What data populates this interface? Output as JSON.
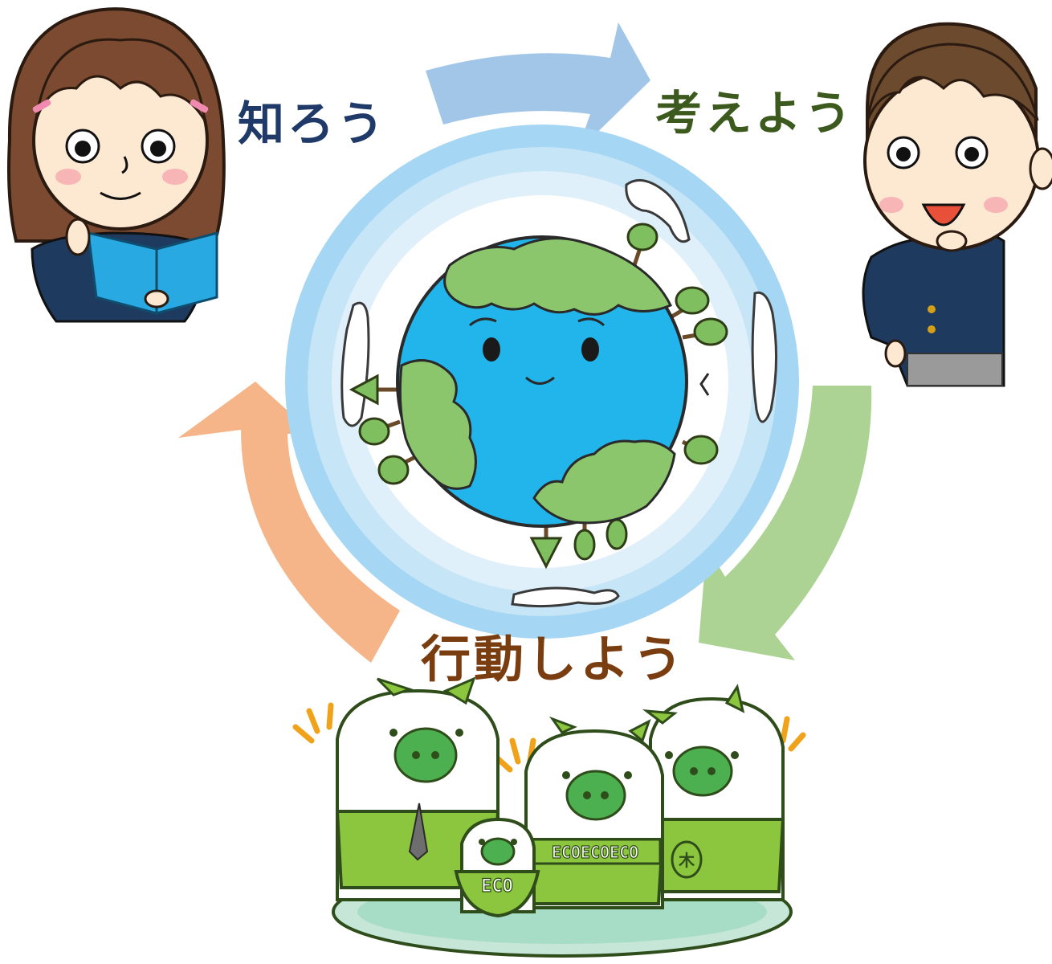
{
  "cycle": {
    "steps": [
      {
        "label": "知ろう",
        "color": "#1f3a68"
      },
      {
        "label": "考えよう",
        "color": "#3d5a1e"
      },
      {
        "label": "行動しよう",
        "color": "#7a3d10"
      }
    ],
    "arrow_colors": {
      "know_to_think": "#9dc3e6",
      "think_to_act": "#a9d18e",
      "act_to_know": "#f4b183"
    }
  },
  "mascots": {
    "belt_text": "ECOECOECO",
    "child_badge_text": "ECO",
    "leaf_badge_text": "木"
  },
  "icons": [
    "girl-reading-book",
    "boy-thinking",
    "smiling-earth-globe",
    "eco-pig-family"
  ]
}
